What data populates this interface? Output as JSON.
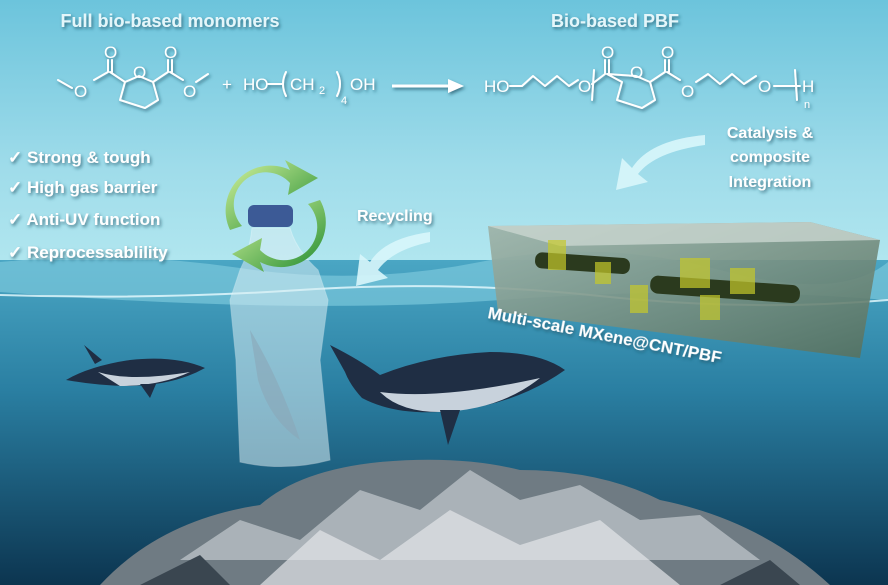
{
  "header": {
    "left_title": "Full bio-based monomers",
    "right_title": "Bio-based PBF"
  },
  "chemistry": {
    "oxygen": "O",
    "plus": "+",
    "ho": "HO",
    "ch2": "CH",
    "ch2_sub": "2",
    "repeat_sub": "4",
    "oh": "OH",
    "h": "H",
    "n": "n"
  },
  "features": [
    {
      "check": "✓",
      "label": "Strong & tough"
    },
    {
      "check": "✓",
      "label": "High gas barrier"
    },
    {
      "check": "✓",
      "label": "Anti-UV function"
    },
    {
      "check": "✓",
      "label": "Reprocessablility"
    }
  ],
  "labels": {
    "catalysis": [
      "Catalysis &",
      "composite",
      "Integration"
    ],
    "recycling": "Recycling",
    "composite": "Multi-scale MXene@CNT/PBF"
  },
  "colors": {
    "sky_top": "#6cc4dc",
    "sky_horizon": "#aee6ef",
    "water": "#2f86a8",
    "deep": "#0c3550",
    "recycle_arrow": "#3fae3a"
  }
}
